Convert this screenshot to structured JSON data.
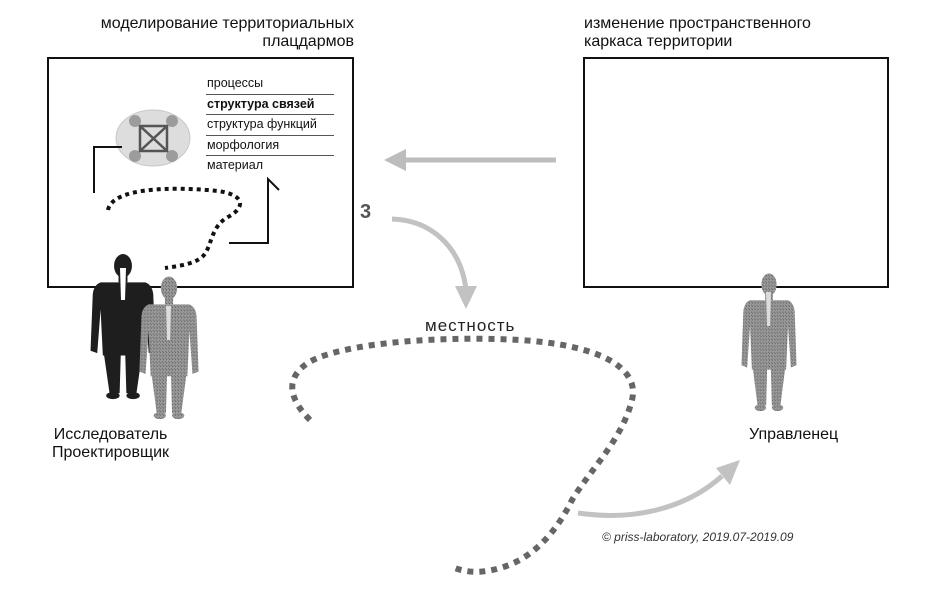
{
  "headings": {
    "left": [
      "моделирование территориальных",
      "плацдармов"
    ],
    "right": [
      "изменение пространственного",
      "каркаса территории"
    ]
  },
  "layers": [
    {
      "label": "процессы",
      "bold": false
    },
    {
      "label": "структура связей",
      "bold": true
    },
    {
      "label": "структура функций",
      "bold": false
    },
    {
      "label": "морфология",
      "bold": false
    },
    {
      "label": "материал",
      "bold": false
    }
  ],
  "step_number": "3",
  "terrain_label": "местность",
  "roles": {
    "left": [
      "Исследователь",
      "Проектировщик"
    ],
    "right": "Управленец"
  },
  "copyright": "© priss-laboratory, 2019.07-2019.09",
  "colors": {
    "frame": "#111111",
    "arrow": "#bdbdbd",
    "dotted_terrain": "#666666",
    "dotted_model": "#111111",
    "figure_dark": "#1e1e1e",
    "figure_light": "#8a8a8a"
  },
  "icons": [
    "node-network-icon",
    "person-icon"
  ]
}
